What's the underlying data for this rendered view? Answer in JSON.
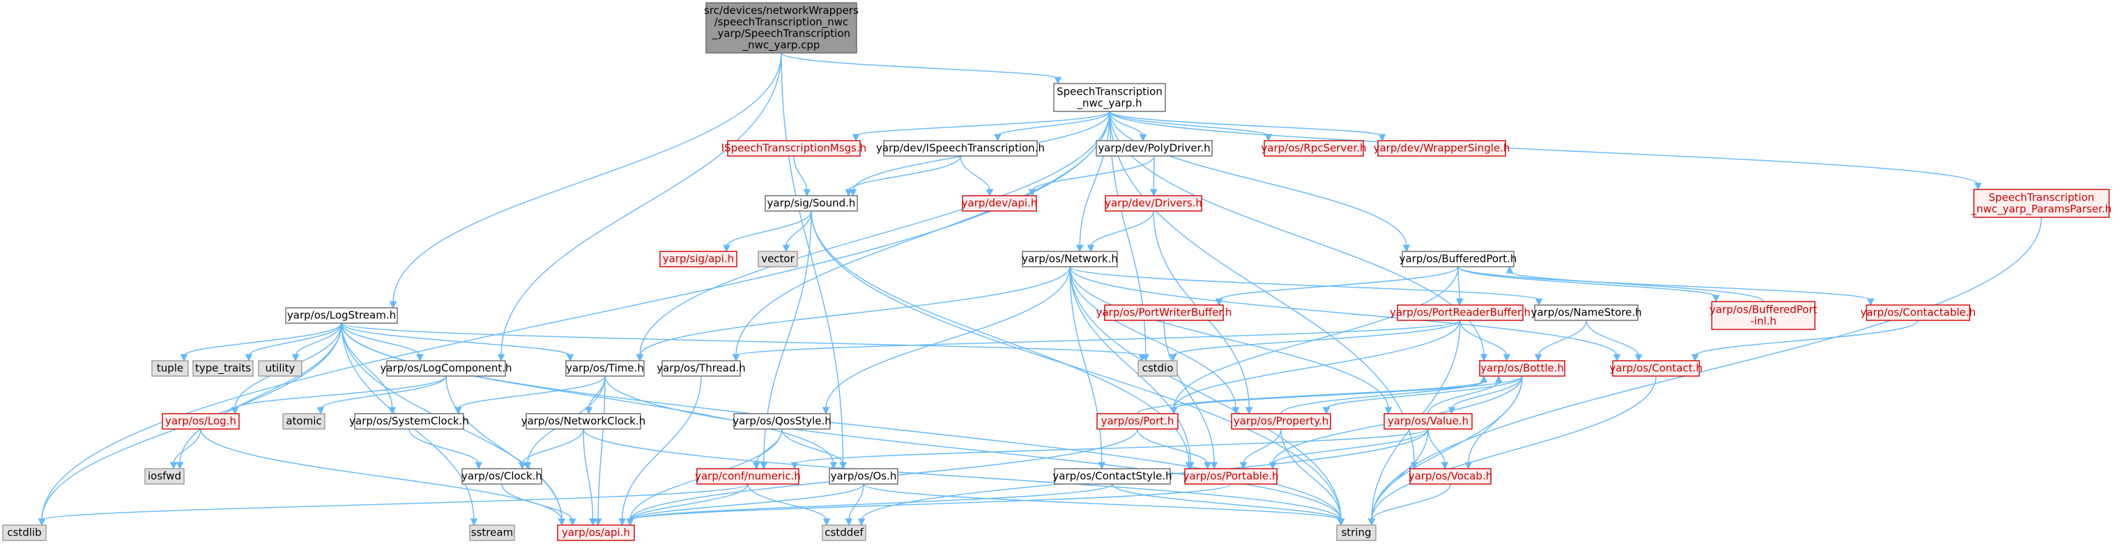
{
  "colors": {
    "edge": "#63b8ff",
    "root_fill": "#999999",
    "root_stroke": "#666666",
    "normal_fill": "#ffffff",
    "normal_stroke": "#666666",
    "red_fill": "#fff0f0",
    "red_stroke": "#cc0000",
    "grey_fill": "#e0e0e0",
    "grey_stroke": "#999999",
    "text": "#000000",
    "red_text": "#cc0000",
    "root_text": "#000000"
  },
  "nodes": [
    {
      "id": "root",
      "style": "root",
      "lines": [
        "src/devices/networkWrappers",
        "/speechTranscription_nwc",
        "_yarp/SpeechTranscription",
        "_nwc_yarp.cpp"
      ]
    },
    {
      "id": "st_h",
      "style": "normal",
      "lines": [
        "SpeechTranscription",
        "_nwc_yarp.h"
      ]
    },
    {
      "id": "st_params",
      "style": "red",
      "lines": [
        "SpeechTranscription",
        "_nwc_yarp_ParamsParser.h"
      ]
    },
    {
      "id": "logstream",
      "style": "normal",
      "lines": [
        "yarp/os/LogStream.h"
      ]
    },
    {
      "id": "ispeech_msgs",
      "style": "red",
      "lines": [
        "ISpeechTranscriptionMsgs.h"
      ]
    },
    {
      "id": "ispeech",
      "style": "normal",
      "lines": [
        "yarp/dev/ISpeechTranscription.h"
      ]
    },
    {
      "id": "polydriver",
      "style": "normal",
      "lines": [
        "yarp/dev/PolyDriver.h"
      ]
    },
    {
      "id": "rpcserver",
      "style": "red",
      "lines": [
        "yarp/os/RpcServer.h"
      ]
    },
    {
      "id": "wrappersingle",
      "style": "red",
      "lines": [
        "yarp/dev/WrapperSingle.h"
      ]
    },
    {
      "id": "sound",
      "style": "normal",
      "lines": [
        "yarp/sig/Sound.h"
      ]
    },
    {
      "id": "devapi",
      "style": "red",
      "lines": [
        "yarp/dev/api.h"
      ]
    },
    {
      "id": "drivers",
      "style": "red",
      "lines": [
        "yarp/dev/Drivers.h"
      ]
    },
    {
      "id": "sigapi",
      "style": "red",
      "lines": [
        "yarp/sig/api.h"
      ]
    },
    {
      "id": "vector",
      "style": "grey",
      "lines": [
        "vector"
      ]
    },
    {
      "id": "network",
      "style": "normal",
      "lines": [
        "yarp/os/Network.h"
      ]
    },
    {
      "id": "bufferedport",
      "style": "normal",
      "lines": [
        "yarp/os/BufferedPort.h"
      ]
    },
    {
      "id": "bufferedport_inl",
      "style": "red",
      "lines": [
        "yarp/os/BufferedPort",
        "-inl.h"
      ]
    },
    {
      "id": "portwriterbuffer",
      "style": "red",
      "lines": [
        "yarp/os/PortWriterBuffer.h"
      ]
    },
    {
      "id": "portreaderbuffer",
      "style": "red",
      "lines": [
        "yarp/os/PortReaderBuffer.h"
      ]
    },
    {
      "id": "namestore",
      "style": "normal",
      "lines": [
        "yarp/os/NameStore.h"
      ]
    },
    {
      "id": "contactable",
      "style": "red",
      "lines": [
        "yarp/os/Contactable.h"
      ]
    },
    {
      "id": "tuple",
      "style": "grey",
      "lines": [
        "tuple"
      ]
    },
    {
      "id": "type_traits",
      "style": "grey",
      "lines": [
        "type_traits"
      ]
    },
    {
      "id": "utility",
      "style": "grey",
      "lines": [
        "utility"
      ]
    },
    {
      "id": "logcomponent",
      "style": "normal",
      "lines": [
        "yarp/os/LogComponent.h"
      ]
    },
    {
      "id": "time",
      "style": "normal",
      "lines": [
        "yarp/os/Time.h"
      ]
    },
    {
      "id": "thread",
      "style": "normal",
      "lines": [
        "yarp/os/Thread.h"
      ]
    },
    {
      "id": "cstdio",
      "style": "grey",
      "lines": [
        "cstdio"
      ]
    },
    {
      "id": "bottle",
      "style": "red",
      "lines": [
        "yarp/os/Bottle.h"
      ]
    },
    {
      "id": "contact",
      "style": "red",
      "lines": [
        "yarp/os/Contact.h"
      ]
    },
    {
      "id": "log",
      "style": "red",
      "lines": [
        "yarp/os/Log.h"
      ]
    },
    {
      "id": "atomic",
      "style": "grey",
      "lines": [
        "atomic"
      ]
    },
    {
      "id": "systemclock",
      "style": "normal",
      "lines": [
        "yarp/os/SystemClock.h"
      ]
    },
    {
      "id": "networkclock",
      "style": "normal",
      "lines": [
        "yarp/os/NetworkClock.h"
      ]
    },
    {
      "id": "qosstyle",
      "style": "normal",
      "lines": [
        "yarp/os/QosStyle.h"
      ]
    },
    {
      "id": "port",
      "style": "red",
      "lines": [
        "yarp/os/Port.h"
      ]
    },
    {
      "id": "property",
      "style": "red",
      "lines": [
        "yarp/os/Property.h"
      ]
    },
    {
      "id": "value",
      "style": "red",
      "lines": [
        "yarp/os/Value.h"
      ]
    },
    {
      "id": "iosfwd",
      "style": "grey",
      "lines": [
        "iosfwd"
      ]
    },
    {
      "id": "clock",
      "style": "normal",
      "lines": [
        "yarp/os/Clock.h"
      ]
    },
    {
      "id": "numeric",
      "style": "red",
      "lines": [
        "yarp/conf/numeric.h"
      ]
    },
    {
      "id": "os_h",
      "style": "normal",
      "lines": [
        "yarp/os/Os.h"
      ]
    },
    {
      "id": "contactstyle",
      "style": "normal",
      "lines": [
        "yarp/os/ContactStyle.h"
      ]
    },
    {
      "id": "portable",
      "style": "red",
      "lines": [
        "yarp/os/Portable.h"
      ]
    },
    {
      "id": "vocab",
      "style": "red",
      "lines": [
        "yarp/os/Vocab.h"
      ]
    },
    {
      "id": "cstdlib",
      "style": "grey",
      "lines": [
        "cstdlib"
      ]
    },
    {
      "id": "sstream",
      "style": "grey",
      "lines": [
        "sstream"
      ]
    },
    {
      "id": "osapi",
      "style": "red",
      "lines": [
        "yarp/os/api.h"
      ]
    },
    {
      "id": "cstddef",
      "style": "grey",
      "lines": [
        "cstddef"
      ]
    },
    {
      "id": "string",
      "style": "grey",
      "lines": [
        "string"
      ]
    }
  ],
  "edges": [
    [
      "root",
      "st_h"
    ],
    [
      "root",
      "logstream"
    ],
    [
      "root",
      "logcomponent"
    ],
    [
      "root",
      "os_h"
    ],
    [
      "st_h",
      "ispeech_msgs"
    ],
    [
      "st_h",
      "ispeech"
    ],
    [
      "st_h",
      "polydriver"
    ],
    [
      "st_h",
      "rpcserver"
    ],
    [
      "st_h",
      "wrappersingle"
    ],
    [
      "st_h",
      "st_params"
    ],
    [
      "st_h",
      "sound"
    ],
    [
      "st_h",
      "network"
    ],
    [
      "st_h",
      "bufferedport"
    ],
    [
      "st_h",
      "time"
    ],
    [
      "st_h",
      "thread"
    ],
    [
      "st_h",
      "cstdlib"
    ],
    [
      "st_h",
      "cstdio"
    ],
    [
      "st_h",
      "bottle"
    ],
    [
      "st_h",
      "vocab"
    ],
    [
      "st_params",
      "string"
    ],
    [
      "ispeech_msgs",
      "sound"
    ],
    [
      "ispeech",
      "sound"
    ],
    [
      "ispeech",
      "devapi"
    ],
    [
      "polydriver",
      "devapi"
    ],
    [
      "polydriver",
      "drivers"
    ],
    [
      "drivers",
      "network"
    ],
    [
      "drivers",
      "property"
    ],
    [
      "sound",
      "sigapi"
    ],
    [
      "sound",
      "vector"
    ],
    [
      "sound",
      "string"
    ],
    [
      "sound",
      "numeric"
    ],
    [
      "sound",
      "portable"
    ],
    [
      "network",
      "time"
    ],
    [
      "network",
      "namestore"
    ],
    [
      "network",
      "contact"
    ],
    [
      "network",
      "portable"
    ],
    [
      "network",
      "contactstyle"
    ],
    [
      "network",
      "qosstyle"
    ],
    [
      "network",
      "value"
    ],
    [
      "network",
      "property"
    ],
    [
      "network",
      "string"
    ],
    [
      "bufferedport",
      "bufferedport_inl"
    ],
    [
      "bufferedport",
      "portwriterbuffer"
    ],
    [
      "bufferedport",
      "portreaderbuffer"
    ],
    [
      "bufferedport",
      "contactable"
    ],
    [
      "bufferedport",
      "port"
    ],
    [
      "bufferedport_inl",
      "bufferedport"
    ],
    [
      "portwriterbuffer",
      "portable"
    ],
    [
      "portreaderbuffer",
      "bottle"
    ],
    [
      "portreaderbuffer",
      "port"
    ],
    [
      "portreaderbuffer",
      "thread"
    ],
    [
      "portreaderbuffer",
      "cstdio"
    ],
    [
      "portreaderbuffer",
      "string"
    ],
    [
      "namestore",
      "contact"
    ],
    [
      "namestore",
      "bottle"
    ],
    [
      "contactable",
      "contact"
    ],
    [
      "contact",
      "string"
    ],
    [
      "logstream",
      "tuple"
    ],
    [
      "logstream",
      "type_traits"
    ],
    [
      "logstream",
      "utility"
    ],
    [
      "logstream",
      "logcomponent"
    ],
    [
      "logstream",
      "time"
    ],
    [
      "logstream",
      "cstdio"
    ],
    [
      "logstream",
      "log"
    ],
    [
      "logstream",
      "iosfwd"
    ],
    [
      "logstream",
      "cstdlib"
    ],
    [
      "logstream",
      "sstream"
    ],
    [
      "logstream",
      "osapi"
    ],
    [
      "logstream",
      "string"
    ],
    [
      "logstream",
      "systemclock"
    ],
    [
      "logstream",
      "os_h"
    ],
    [
      "logcomponent",
      "log"
    ],
    [
      "logcomponent",
      "atomic"
    ],
    [
      "logcomponent",
      "osapi"
    ],
    [
      "log",
      "iosfwd"
    ],
    [
      "log",
      "osapi"
    ],
    [
      "time",
      "networkclock"
    ],
    [
      "time",
      "systemclock"
    ],
    [
      "time",
      "clock"
    ],
    [
      "time",
      "osapi"
    ],
    [
      "time",
      "string"
    ],
    [
      "thread",
      "osapi"
    ],
    [
      "systemclock",
      "clock"
    ],
    [
      "networkclock",
      "clock"
    ],
    [
      "networkclock",
      "osapi"
    ],
    [
      "networkclock",
      "string"
    ],
    [
      "clock",
      "osapi"
    ],
    [
      "qosstyle",
      "osapi"
    ],
    [
      "qosstyle",
      "os_h"
    ],
    [
      "qosstyle",
      "numeric"
    ],
    [
      "bottle",
      "port"
    ],
    [
      "bottle",
      "property"
    ],
    [
      "bottle",
      "value"
    ],
    [
      "bottle",
      "vocab"
    ],
    [
      "bottle",
      "portable"
    ],
    [
      "bottle",
      "string"
    ],
    [
      "port",
      "osapi"
    ],
    [
      "port",
      "portable"
    ],
    [
      "port",
      "bottle"
    ],
    [
      "property",
      "portable"
    ],
    [
      "property",
      "bottle"
    ],
    [
      "property",
      "string"
    ],
    [
      "value",
      "vocab"
    ],
    [
      "value",
      "portable"
    ],
    [
      "value",
      "string"
    ],
    [
      "value",
      "numeric"
    ],
    [
      "value",
      "cstddef"
    ],
    [
      "value",
      "bottle"
    ],
    [
      "numeric",
      "cstdlib"
    ],
    [
      "numeric",
      "cstddef"
    ],
    [
      "numeric",
      "osapi"
    ],
    [
      "os_h",
      "cstddef"
    ],
    [
      "os_h",
      "osapi"
    ],
    [
      "os_h",
      "string"
    ],
    [
      "contactstyle",
      "osapi"
    ],
    [
      "contactstyle",
      "string"
    ],
    [
      "portable",
      "osapi"
    ],
    [
      "vocab",
      "string"
    ]
  ]
}
